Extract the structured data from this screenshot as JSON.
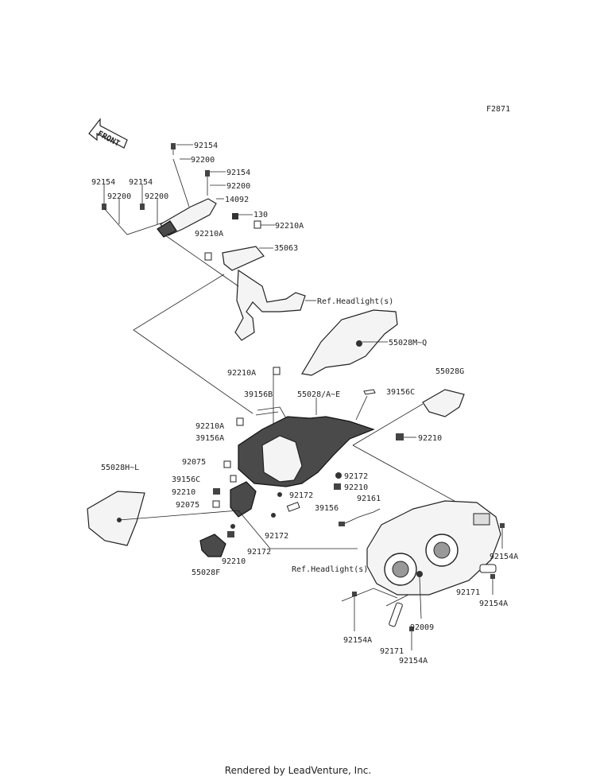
{
  "figure_code": "F2871",
  "front_arrow_label": "FRONT",
  "footer": "Rendered by LeadVenture, Inc.",
  "callouts": {
    "c92154_a": "92154",
    "c92200_a": "92200",
    "c92154_b": "92154",
    "c92200_b": "92200",
    "c14092": "14092",
    "c92154_c": "92154",
    "c92200_c": "92200",
    "c92154_d": "92154",
    "c92200_d": "92200",
    "c130": "130",
    "c92210A_a": "92210A",
    "c92210A_b": "92210A",
    "c35063": "35063",
    "ref_headlight_a": "Ref.Headlight(s)",
    "c55028M": "55028M~Q",
    "c92210A_c": "92210A",
    "c39156B": "39156B",
    "c55028AE": "55028/A~E",
    "c39156C_a": "39156C",
    "c55028G": "55028G",
    "c92210A_d": "92210A",
    "c39156A": "39156A",
    "c92210_a": "92210",
    "c92075_a": "92075",
    "c92172_a": "92172",
    "c55028HL": "55028H~L",
    "c39156C_b": "39156C",
    "c92210_b": "92210",
    "c92210_c": "92210",
    "c92172_b": "92172",
    "c92161": "92161",
    "c92075_b": "92075",
    "c39156": "39156",
    "c92172_c": "92172",
    "c92172_d": "92172",
    "c92210_d": "92210",
    "c55028F": "55028F",
    "ref_headlight_b": "Ref.Headlight(s)",
    "c92154A_a": "92154A",
    "c92171_a": "92171",
    "c92154A_b": "92154A",
    "c92009": "92009",
    "c92154A_c": "92154A",
    "c92171_b": "92171",
    "c92154A_d": "92154A"
  }
}
